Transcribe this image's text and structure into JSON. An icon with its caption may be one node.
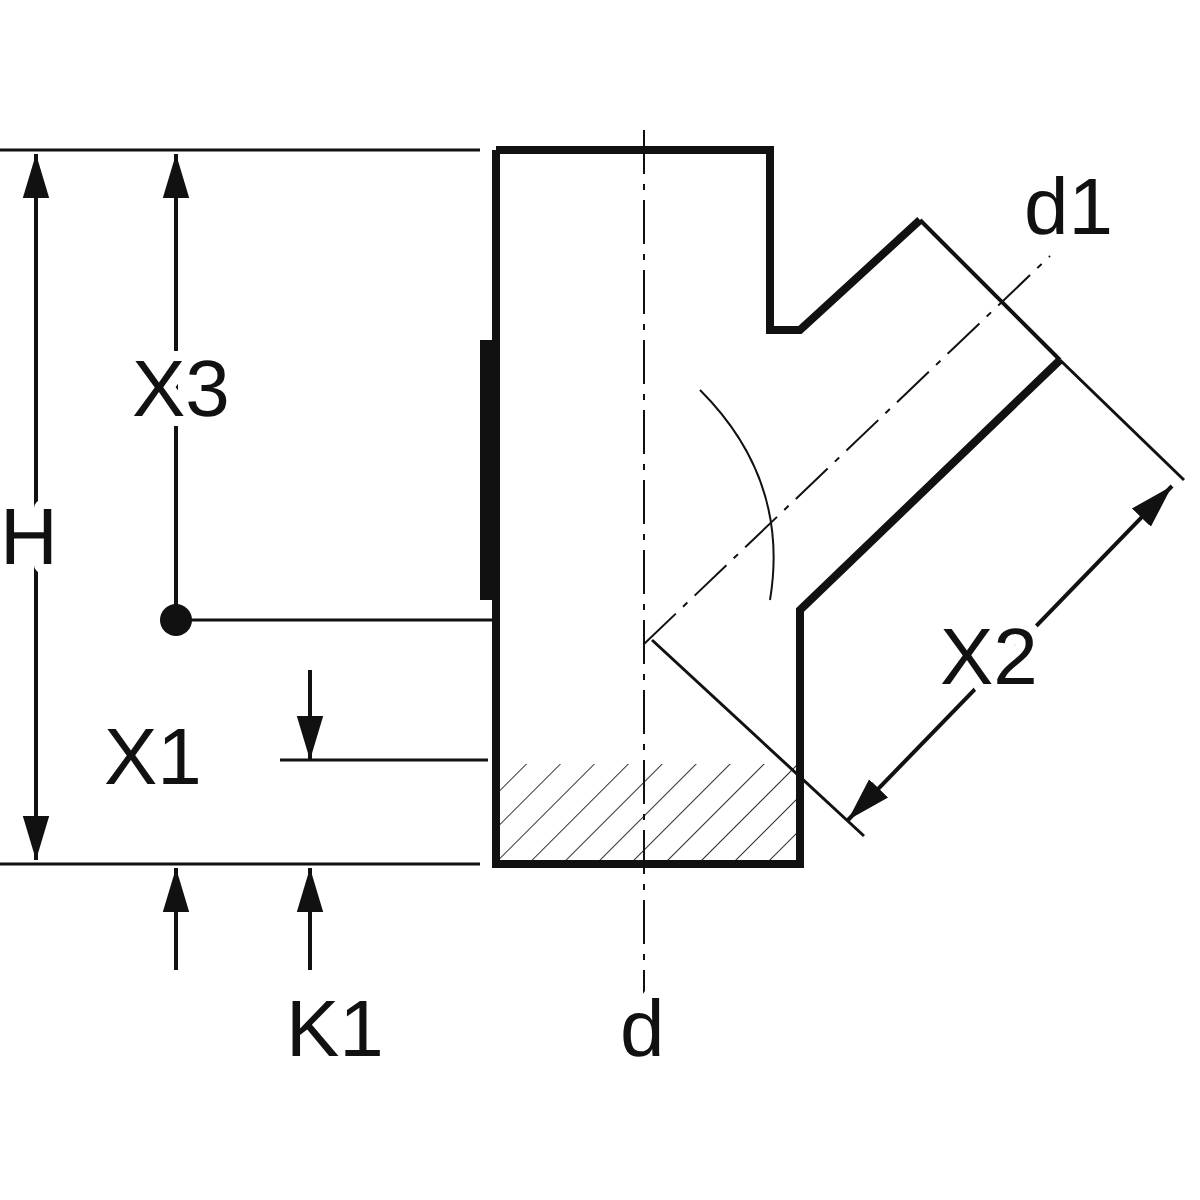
{
  "diagram": {
    "labels": [
      "d1",
      "X3",
      "H",
      "X2",
      "X1",
      "K1",
      "d"
    ]
  }
}
